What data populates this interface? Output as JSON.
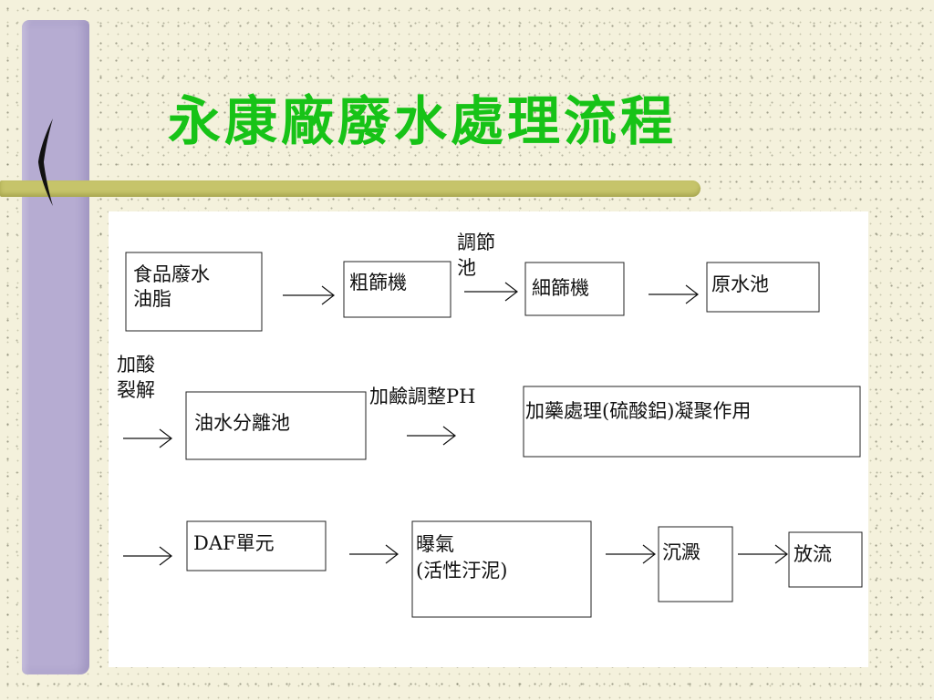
{
  "title": "永康廠廢水處理流程",
  "nodes": {
    "food_wastewater": {
      "line1": "食品廢水",
      "line2": "油脂"
    },
    "coarse_screen": {
      "label": "粗篩機"
    },
    "fine_screen": {
      "label": "細篩機"
    },
    "raw_water_pool": {
      "label": "原水池"
    },
    "oil_water_separator": {
      "label": "油水分離池"
    },
    "chemical_treatment": {
      "label": "加藥處理(硫酸鋁)凝聚作用"
    },
    "daf_unit": {
      "label": "DAF單元"
    },
    "aeration": {
      "line1": "曝氣",
      "line2": "(活性汙泥)"
    },
    "sedimentation": {
      "label": "沉澱"
    },
    "discharge": {
      "label": "放流"
    }
  },
  "labels": {
    "equalization_line1": "調節",
    "equalization_line2": "池",
    "acid_line1": "加酸",
    "acid_line2": "裂解",
    "alkali_ph": "加鹼調整PH"
  },
  "colors": {
    "title": "#17c317",
    "left_bar": "#b6acd2",
    "top_bar": "#c6c46a",
    "background": "#f4f1dc"
  }
}
